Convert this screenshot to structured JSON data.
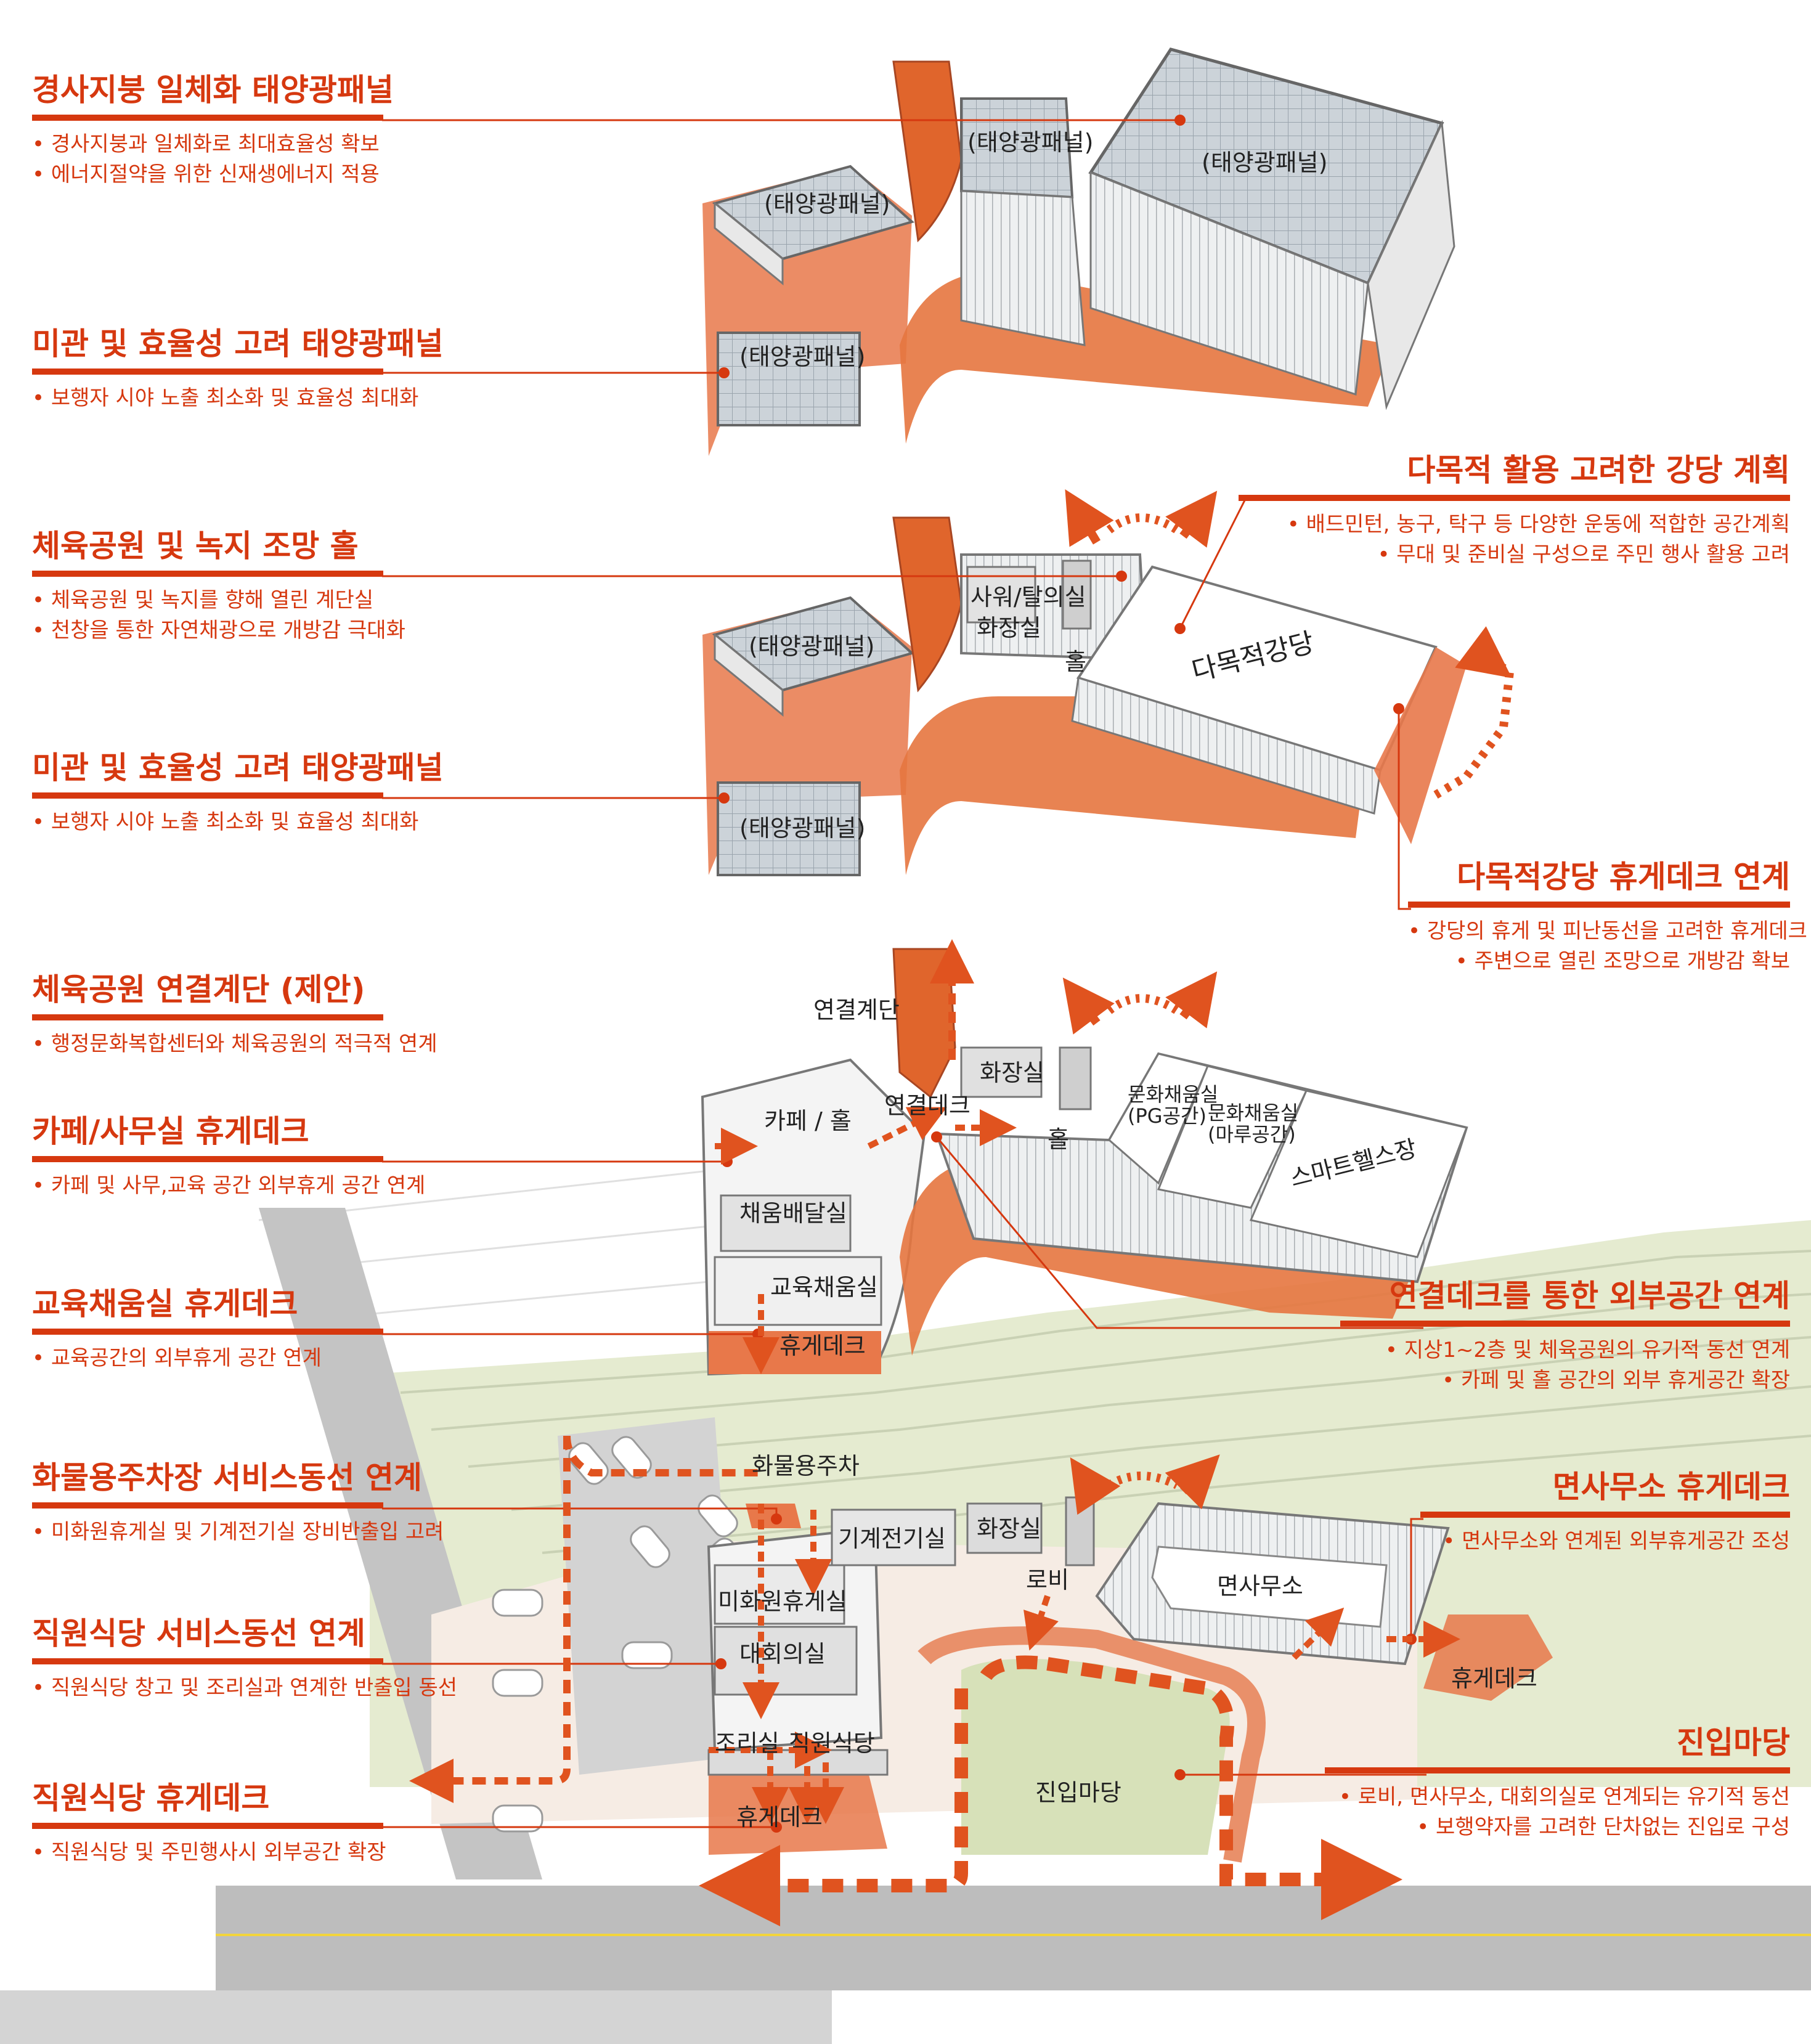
{
  "left_annotations": [
    {
      "title": "경사지붕 일체화 태양광패널",
      "bullets": [
        "• 경사지붕과 일체화로 최대효율성 확보",
        "• 에너지절약을 위한 신재생에너지 적용"
      ]
    },
    {
      "title": "미관 및 효율성 고려 태양광패널",
      "bullets": [
        "• 보행자 시야 노출 최소화 및 효율성 최대화"
      ]
    },
    {
      "title": "체육공원 및 녹지 조망 홀",
      "bullets": [
        "• 체육공원 및 녹지를 향해 열린 계단실",
        "• 천창을 통한 자연채광으로 개방감 극대화"
      ]
    },
    {
      "title": "미관 및 효율성 고려 태양광패널",
      "bullets": [
        "• 보행자 시야 노출 최소화 및 효율성 최대화"
      ]
    },
    {
      "title": "체육공원 연결계단 (제안)",
      "bullets": [
        "• 행정문화복합센터와 체육공원의 적극적 연계"
      ]
    },
    {
      "title": "카페/사무실 휴게데크",
      "bullets": [
        "• 카페 및 사무,교육 공간 외부휴게 공간 연계"
      ]
    },
    {
      "title": "교육채움실 휴게데크",
      "bullets": [
        "• 교육공간의 외부휴게 공간 연계"
      ]
    },
    {
      "title": "화물용주차장 서비스동선 연계",
      "bullets": [
        "• 미화원휴게실 및 기계전기실 장비반출입 고려"
      ]
    },
    {
      "title": "직원식당 서비스동선 연계",
      "bullets": [
        "• 직원식당 창고 및 조리실과 연계한 반출입 동선"
      ]
    },
    {
      "title": "직원식당 휴게데크",
      "bullets": [
        "• 직원식당 및 주민행사시 외부공간 확장"
      ]
    }
  ],
  "right_annotations": [
    {
      "title": "다목적 활용 고려한 강당 계획",
      "bullets": [
        "• 배드민턴, 농구, 탁구 등 다양한 운동에 적합한 공간계획",
        "• 무대 및 준비실 구성으로 주민 행사 활용 고려"
      ]
    },
    {
      "title": "다목적강당 휴게데크 연계",
      "bullets": [
        "• 강당의 휴게 및 피난동선을 고려한 휴게데크",
        "• 주변으로 열린 조망으로 개방감 확보"
      ]
    },
    {
      "title": "연결데크를 통한 외부공간 연계",
      "bullets": [
        "• 지상1~2층 및 체육공원의 유기적 동선 연계",
        "• 카페 및 홀 공간의 외부 휴게공간 확장"
      ]
    },
    {
      "title": "면사무소 휴게데크",
      "bullets": [
        "• 면사무소와 연계된 외부휴게공간 조성"
      ]
    },
    {
      "title": "진입마당",
      "bullets": [
        "• 로비, 면사무소, 대회의실로 연계되는 유기적 동선",
        "• 보행약자를 고려한 단차없는 진입로 구성"
      ]
    }
  ],
  "floor_labels": {
    "roof": [
      "(태양광패널)",
      "(태양광패널)",
      "(태양광패널)",
      "(태양광패널)"
    ],
    "third": [
      "사워/탈의실",
      "화장실",
      "홀",
      "다목적강당",
      "(태양광패널)",
      "(태양광패널)"
    ],
    "second": [
      "연결계단",
      "화장실",
      "카페 / 홀",
      "연결데크",
      "홀",
      "문화채움실",
      "(PG공간)",
      "문화채움실",
      "(마루공간)",
      "스마트헬스장",
      "채움배달실",
      "교육채움실",
      "휴게데크"
    ],
    "first": [
      "화물용주차",
      "기계전기실",
      "화장실",
      "로비",
      "미화원휴게실",
      "대회의실",
      "면사무소",
      "휴게데크",
      "조리실",
      "직원식당",
      "휴게데크",
      "진입마당"
    ]
  },
  "colors": {
    "accent": "#d6380f",
    "deck": "#e8784a",
    "panel": "#c9d0d6",
    "wall": "#f4f4f4",
    "green": "#dfe7c8",
    "road": "#b9b9b9"
  }
}
